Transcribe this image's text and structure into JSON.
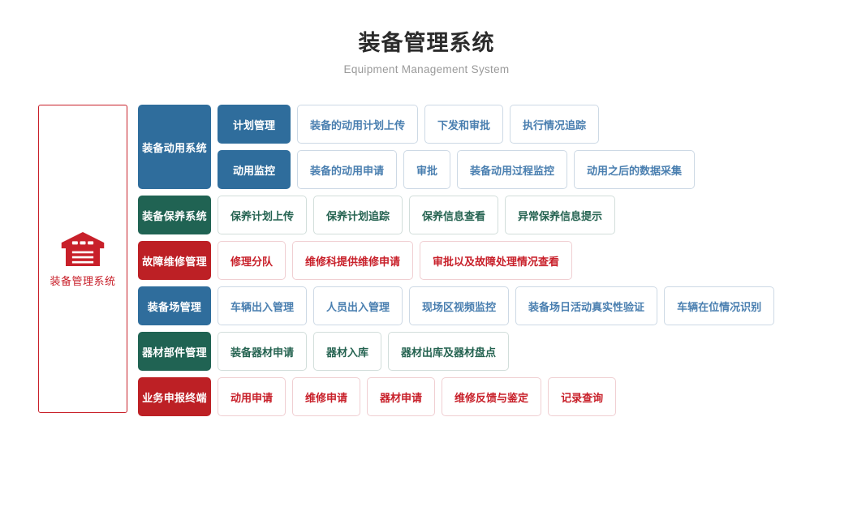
{
  "header": {
    "title": "装备管理系统",
    "subtitle": "Equipment Management System"
  },
  "root": {
    "label": "装备管理系统",
    "icon": "warehouse-icon",
    "color": "#c8202a"
  },
  "colors": {
    "blue": "#2f6d9c",
    "green": "#206353",
    "red": "#bd2025",
    "blue_text": "#4a7fb0",
    "green_text": "#256351",
    "red_text": "#c8202a"
  },
  "rows": [
    {
      "category": "装备动用系统",
      "theme": "blue",
      "subgroups": [
        {
          "label": "计划管理",
          "leaves": [
            "装备的动用计划上传",
            "下发和审批",
            "执行情况追踪"
          ]
        },
        {
          "label": "动用监控",
          "leaves": [
            "装备的动用申请",
            "审批",
            "装备动用过程监控",
            "动用之后的数据采集"
          ]
        }
      ]
    },
    {
      "category": "装备保养系统",
      "theme": "green",
      "leaves": [
        "保养计划上传",
        "保养计划追踪",
        "保养信息查看",
        "异常保养信息提示"
      ]
    },
    {
      "category": "故障维修管理",
      "theme": "red",
      "leaves": [
        "修理分队",
        "维修科提供维修申请",
        "审批以及故障处理情况查看"
      ]
    },
    {
      "category": "装备场管理",
      "theme": "blue",
      "leaves": [
        "车辆出入管理",
        "人员出入管理",
        "现场区视频监控",
        "装备场日活动真实性验证",
        "车辆在位情况识别"
      ]
    },
    {
      "category": "器材部件管理",
      "theme": "green",
      "leaves": [
        "装备器材申请",
        "器材入库",
        "器材出库及器材盘点"
      ]
    },
    {
      "category": "业务申报终端",
      "theme": "red",
      "leaves": [
        "动用申请",
        "维修申请",
        "器材申请",
        "维修反馈与鉴定",
        "记录查询"
      ]
    }
  ]
}
